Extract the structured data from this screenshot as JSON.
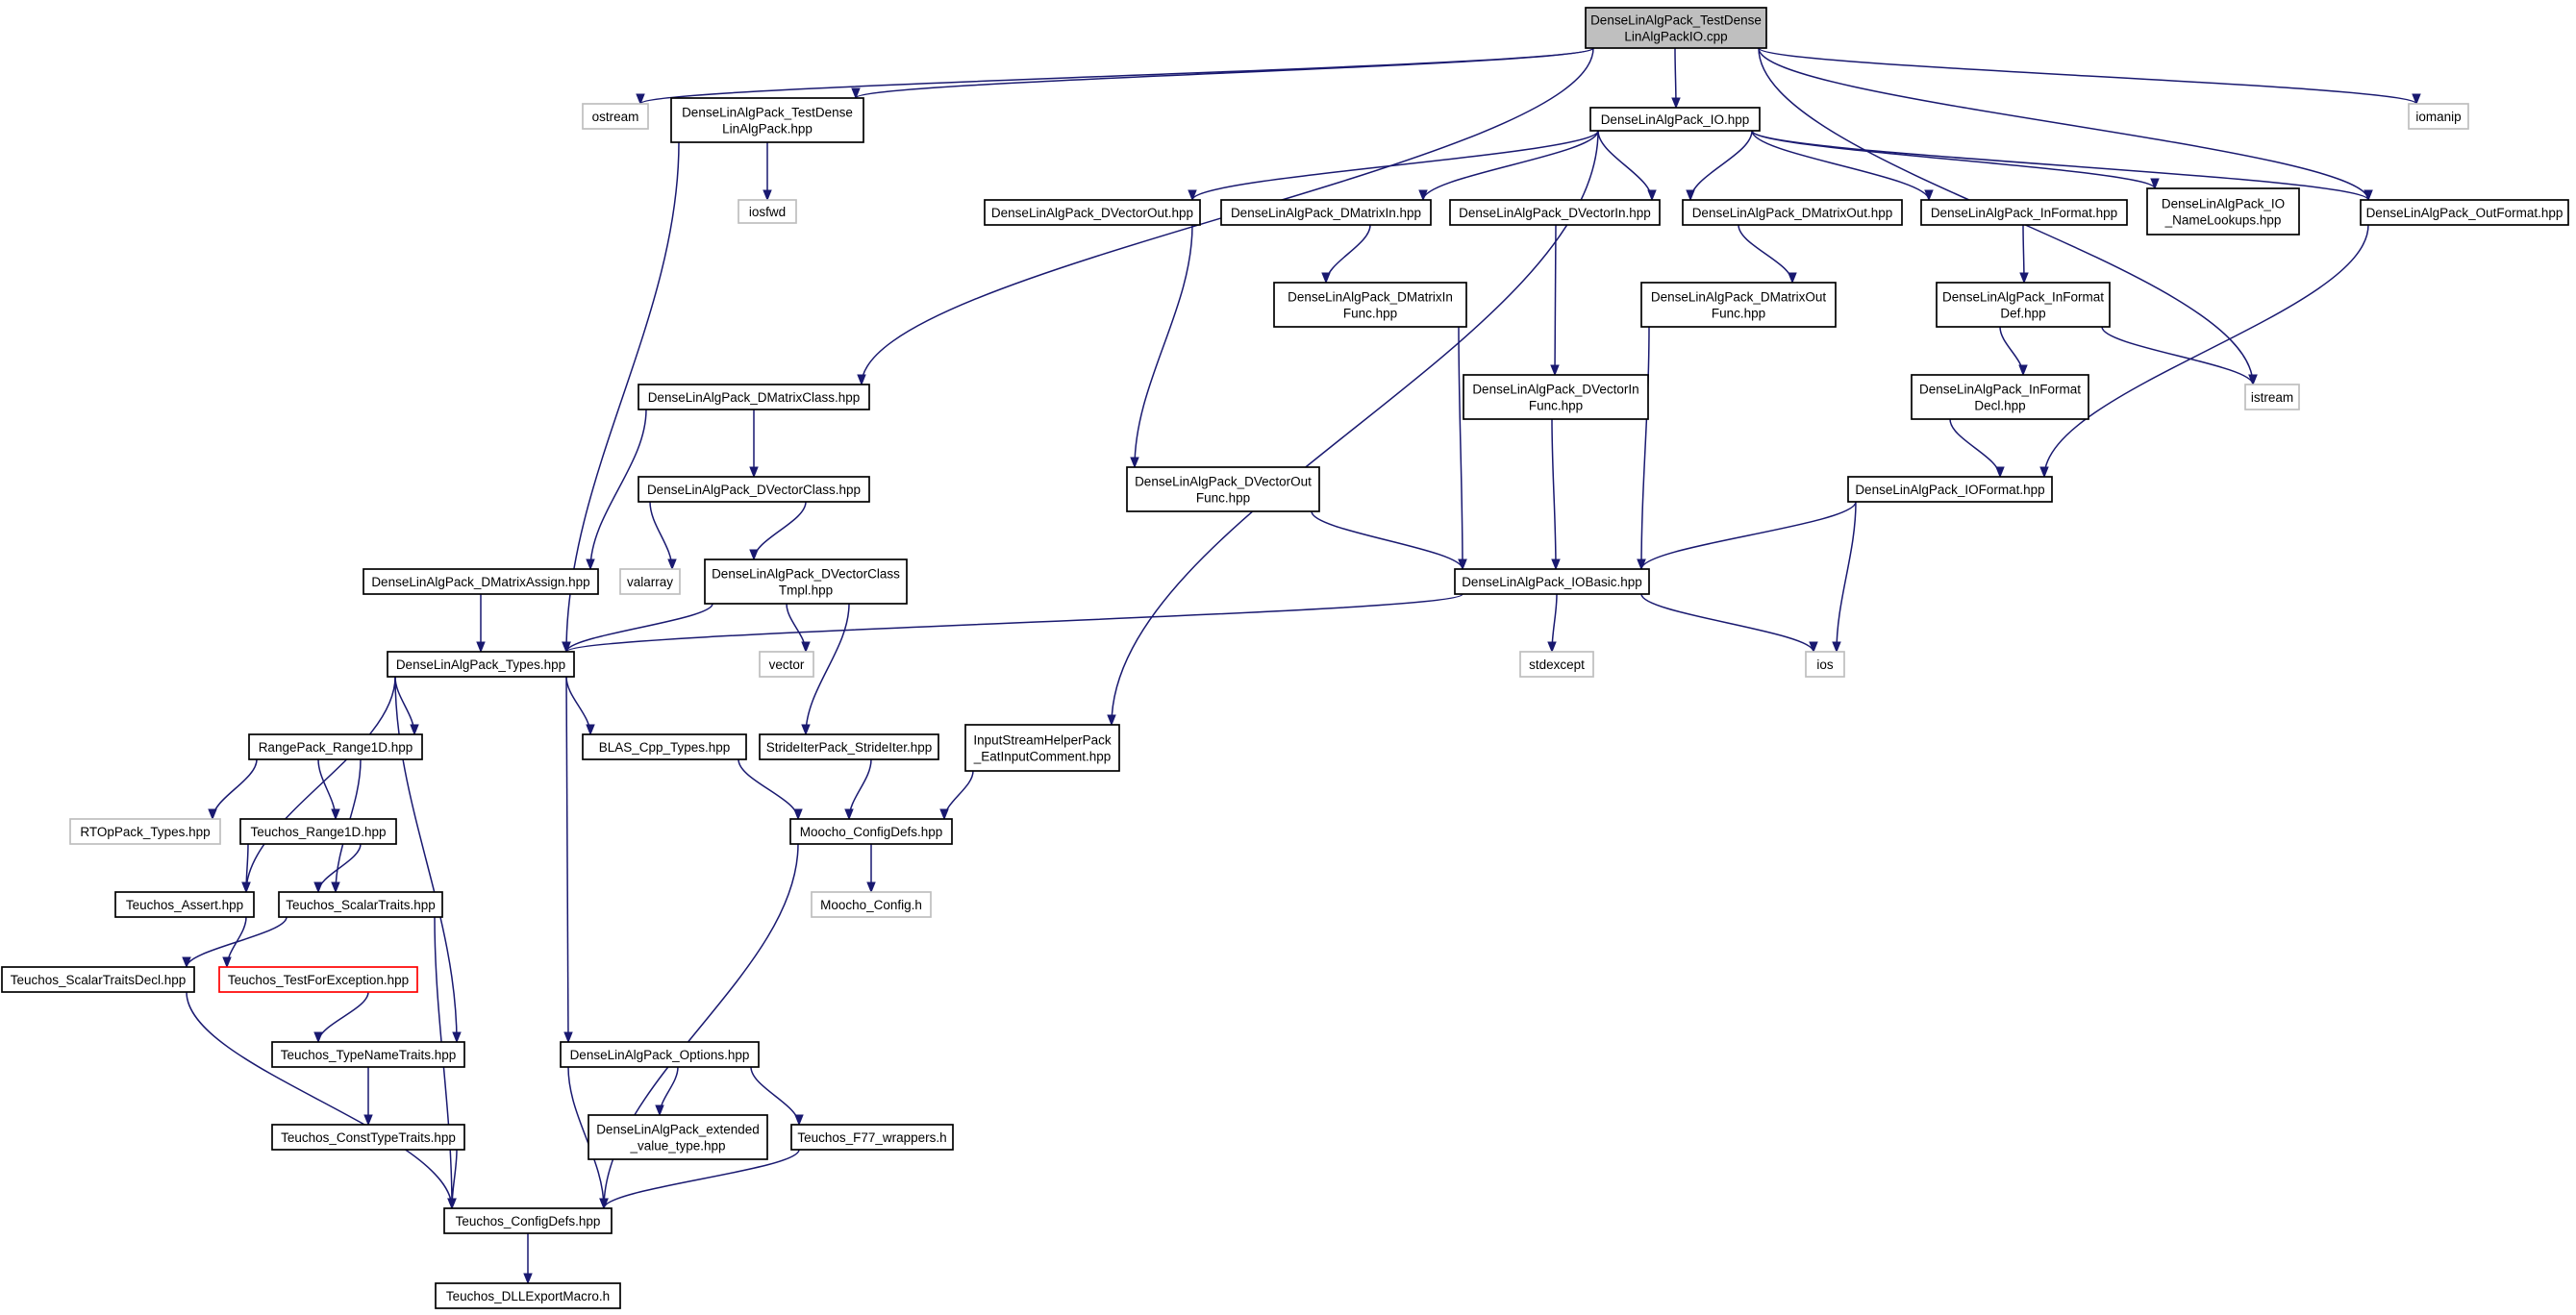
{
  "colors": {
    "edge": "#191970",
    "node_border": "#000000",
    "external_border": "#bfbfbf",
    "missing_border": "#ff0000",
    "root_fill": "#bfbfbf",
    "node_fill": "#ffffff"
  },
  "nodes": [
    {
      "id": "root",
      "lines": [
        "DenseLinAlgPack_TestDense",
        "LinAlgPackIO.cpp"
      ],
      "kind": "root"
    },
    {
      "id": "ostream",
      "lines": [
        "ostream"
      ],
      "kind": "external"
    },
    {
      "id": "testdense_hpp",
      "lines": [
        "DenseLinAlgPack_TestDense",
        "LinAlgPack.hpp"
      ],
      "kind": "file"
    },
    {
      "id": "io_hpp",
      "lines": [
        "DenseLinAlgPack_IO.hpp"
      ],
      "kind": "file"
    },
    {
      "id": "iomanip",
      "lines": [
        "iomanip"
      ],
      "kind": "external"
    },
    {
      "id": "iosfwd",
      "lines": [
        "iosfwd"
      ],
      "kind": "external"
    },
    {
      "id": "dvectorout",
      "lines": [
        "DenseLinAlgPack_DVectorOut.hpp"
      ],
      "kind": "file"
    },
    {
      "id": "dmatrixin",
      "lines": [
        "DenseLinAlgPack_DMatrixIn.hpp"
      ],
      "kind": "file"
    },
    {
      "id": "dvectorin",
      "lines": [
        "DenseLinAlgPack_DVectorIn.hpp"
      ],
      "kind": "file"
    },
    {
      "id": "dmatrixout",
      "lines": [
        "DenseLinAlgPack_DMatrixOut.hpp"
      ],
      "kind": "file"
    },
    {
      "id": "informat",
      "lines": [
        "DenseLinAlgPack_InFormat.hpp"
      ],
      "kind": "file"
    },
    {
      "id": "io_namelookups",
      "lines": [
        "DenseLinAlgPack_IO",
        "_NameLookups.hpp"
      ],
      "kind": "file"
    },
    {
      "id": "outformat",
      "lines": [
        "DenseLinAlgPack_OutFormat.hpp"
      ],
      "kind": "file"
    },
    {
      "id": "dmatrixin_func",
      "lines": [
        "DenseLinAlgPack_DMatrixIn",
        "Func.hpp"
      ],
      "kind": "file"
    },
    {
      "id": "dmatrixout_func",
      "lines": [
        "DenseLinAlgPack_DMatrixOut",
        "Func.hpp"
      ],
      "kind": "file"
    },
    {
      "id": "informat_def",
      "lines": [
        "DenseLinAlgPack_InFormat",
        "Def.hpp"
      ],
      "kind": "file"
    },
    {
      "id": "dmatrixclass",
      "lines": [
        "DenseLinAlgPack_DMatrixClass.hpp"
      ],
      "kind": "file"
    },
    {
      "id": "dvectorin_func",
      "lines": [
        "DenseLinAlgPack_DVectorIn",
        "Func.hpp"
      ],
      "kind": "file"
    },
    {
      "id": "informat_decl",
      "lines": [
        "DenseLinAlgPack_InFormat",
        "Decl.hpp"
      ],
      "kind": "file"
    },
    {
      "id": "istream",
      "lines": [
        "istream"
      ],
      "kind": "external"
    },
    {
      "id": "dvectorclass",
      "lines": [
        "DenseLinAlgPack_DVectorClass.hpp"
      ],
      "kind": "file"
    },
    {
      "id": "dvectorout_func",
      "lines": [
        "DenseLinAlgPack_DVectorOut",
        "Func.hpp"
      ],
      "kind": "file"
    },
    {
      "id": "ioformat",
      "lines": [
        "DenseLinAlgPack_IOFormat.hpp"
      ],
      "kind": "file"
    },
    {
      "id": "dmatrixassign",
      "lines": [
        "DenseLinAlgPack_DMatrixAssign.hpp"
      ],
      "kind": "file"
    },
    {
      "id": "valarray",
      "lines": [
        "valarray"
      ],
      "kind": "external"
    },
    {
      "id": "dvectorclass_tmpl",
      "lines": [
        "DenseLinAlgPack_DVectorClass",
        "Tmpl.hpp"
      ],
      "kind": "file"
    },
    {
      "id": "iobasic",
      "lines": [
        "DenseLinAlgPack_IOBasic.hpp"
      ],
      "kind": "file"
    },
    {
      "id": "types",
      "lines": [
        "DenseLinAlgPack_Types.hpp"
      ],
      "kind": "file"
    },
    {
      "id": "vector",
      "lines": [
        "vector"
      ],
      "kind": "external"
    },
    {
      "id": "stdexcept",
      "lines": [
        "stdexcept"
      ],
      "kind": "external"
    },
    {
      "id": "ios",
      "lines": [
        "ios"
      ],
      "kind": "external"
    },
    {
      "id": "range1d",
      "lines": [
        "RangePack_Range1D.hpp"
      ],
      "kind": "file"
    },
    {
      "id": "blas_types",
      "lines": [
        "BLAS_Cpp_Types.hpp"
      ],
      "kind": "file"
    },
    {
      "id": "strideiter",
      "lines": [
        "StrideIterPack_StrideIter.hpp"
      ],
      "kind": "file"
    },
    {
      "id": "inputstream",
      "lines": [
        "InputStreamHelperPack",
        "_EatInputComment.hpp"
      ],
      "kind": "file"
    },
    {
      "id": "rtop_types",
      "lines": [
        "RTOpPack_Types.hpp"
      ],
      "kind": "external"
    },
    {
      "id": "teuchos_range1d",
      "lines": [
        "Teuchos_Range1D.hpp"
      ],
      "kind": "file"
    },
    {
      "id": "moocho_configdefs",
      "lines": [
        "Moocho_ConfigDefs.hpp"
      ],
      "kind": "file"
    },
    {
      "id": "teuchos_assert",
      "lines": [
        "Teuchos_Assert.hpp"
      ],
      "kind": "file"
    },
    {
      "id": "teuchos_scalartraits",
      "lines": [
        "Teuchos_ScalarTraits.hpp"
      ],
      "kind": "file"
    },
    {
      "id": "moocho_config",
      "lines": [
        "Moocho_Config.h"
      ],
      "kind": "external"
    },
    {
      "id": "teuchos_scalartraitsdecl",
      "lines": [
        "Teuchos_ScalarTraitsDecl.hpp"
      ],
      "kind": "file"
    },
    {
      "id": "teuchos_testforexception",
      "lines": [
        "Teuchos_TestForException.hpp"
      ],
      "kind": "missing"
    },
    {
      "id": "teuchos_typenametraits",
      "lines": [
        "Teuchos_TypeNameTraits.hpp"
      ],
      "kind": "file"
    },
    {
      "id": "options",
      "lines": [
        "DenseLinAlgPack_Options.hpp"
      ],
      "kind": "file"
    },
    {
      "id": "teuchos_consttypetraits",
      "lines": [
        "Teuchos_ConstTypeTraits.hpp"
      ],
      "kind": "file"
    },
    {
      "id": "extended_value_type",
      "lines": [
        "DenseLinAlgPack_extended",
        "_value_type.hpp"
      ],
      "kind": "file"
    },
    {
      "id": "f77_wrappers",
      "lines": [
        "Teuchos_F77_wrappers.h"
      ],
      "kind": "file"
    },
    {
      "id": "teuchos_configdefs",
      "lines": [
        "Teuchos_ConfigDefs.hpp"
      ],
      "kind": "file"
    },
    {
      "id": "dllexport",
      "lines": [
        "Teuchos_DLLExportMacro.h"
      ],
      "kind": "file"
    }
  ],
  "edges": [
    [
      "root",
      "ostream"
    ],
    [
      "root",
      "testdense_hpp"
    ],
    [
      "root",
      "io_hpp"
    ],
    [
      "root",
      "dmatrixclass"
    ],
    [
      "root",
      "istream"
    ],
    [
      "root",
      "iomanip"
    ],
    [
      "root",
      "outformat"
    ],
    [
      "testdense_hpp",
      "iosfwd"
    ],
    [
      "testdense_hpp",
      "types"
    ],
    [
      "io_hpp",
      "dvectorout"
    ],
    [
      "io_hpp",
      "dmatrixin"
    ],
    [
      "io_hpp",
      "dvectorin"
    ],
    [
      "io_hpp",
      "dmatrixout"
    ],
    [
      "io_hpp",
      "informat"
    ],
    [
      "io_hpp",
      "io_namelookups"
    ],
    [
      "io_hpp",
      "outformat"
    ],
    [
      "io_hpp",
      "inputstream"
    ],
    [
      "dvectorout",
      "dvectorout_func"
    ],
    [
      "dmatrixin",
      "dmatrixin_func"
    ],
    [
      "dvectorin",
      "dvectorin_func"
    ],
    [
      "dmatrixout",
      "dmatrixout_func"
    ],
    [
      "informat",
      "informat_def"
    ],
    [
      "outformat",
      "ioformat"
    ],
    [
      "informat_def",
      "informat_decl"
    ],
    [
      "informat_def",
      "istream"
    ],
    [
      "informat_decl",
      "ioformat"
    ],
    [
      "dmatrixin_func",
      "iobasic"
    ],
    [
      "dvectorin_func",
      "iobasic"
    ],
    [
      "dmatrixout_func",
      "iobasic"
    ],
    [
      "dvectorout_func",
      "iobasic"
    ],
    [
      "ioformat",
      "iobasic"
    ],
    [
      "ioformat",
      "ios"
    ],
    [
      "iobasic",
      "types"
    ],
    [
      "iobasic",
      "stdexcept"
    ],
    [
      "iobasic",
      "ios"
    ],
    [
      "dmatrixclass",
      "dvectorclass"
    ],
    [
      "dmatrixclass",
      "dmatrixassign"
    ],
    [
      "dvectorclass",
      "valarray"
    ],
    [
      "dvectorclass",
      "dvectorclass_tmpl"
    ],
    [
      "dvectorclass_tmpl",
      "types"
    ],
    [
      "dvectorclass_tmpl",
      "vector"
    ],
    [
      "dvectorclass_tmpl",
      "strideiter"
    ],
    [
      "dmatrixassign",
      "types"
    ],
    [
      "types",
      "range1d"
    ],
    [
      "types",
      "blas_types"
    ],
    [
      "types",
      "teuchos_assert"
    ],
    [
      "types",
      "teuchos_typenametraits"
    ],
    [
      "types",
      "options"
    ],
    [
      "range1d",
      "rtop_types"
    ],
    [
      "range1d",
      "teuchos_range1d"
    ],
    [
      "range1d",
      "teuchos_scalartraits"
    ],
    [
      "teuchos_range1d",
      "teuchos_assert"
    ],
    [
      "teuchos_range1d",
      "teuchos_scalartraits"
    ],
    [
      "blas_types",
      "moocho_configdefs"
    ],
    [
      "strideiter",
      "moocho_configdefs"
    ],
    [
      "inputstream",
      "moocho_configdefs"
    ],
    [
      "moocho_configdefs",
      "moocho_config"
    ],
    [
      "moocho_configdefs",
      "teuchos_configdefs"
    ],
    [
      "teuchos_assert",
      "teuchos_testforexception"
    ],
    [
      "teuchos_scalartraits",
      "teuchos_scalartraitsdecl"
    ],
    [
      "teuchos_scalartraits",
      "teuchos_configdefs"
    ],
    [
      "teuchos_scalartraitsdecl",
      "teuchos_configdefs"
    ],
    [
      "teuchos_testforexception",
      "teuchos_typenametraits"
    ],
    [
      "teuchos_typenametraits",
      "teuchos_consttypetraits"
    ],
    [
      "teuchos_consttypetraits",
      "teuchos_configdefs"
    ],
    [
      "options",
      "extended_value_type"
    ],
    [
      "options",
      "f77_wrappers"
    ],
    [
      "options",
      "teuchos_configdefs"
    ],
    [
      "f77_wrappers",
      "teuchos_configdefs"
    ],
    [
      "teuchos_configdefs",
      "dllexport"
    ]
  ]
}
